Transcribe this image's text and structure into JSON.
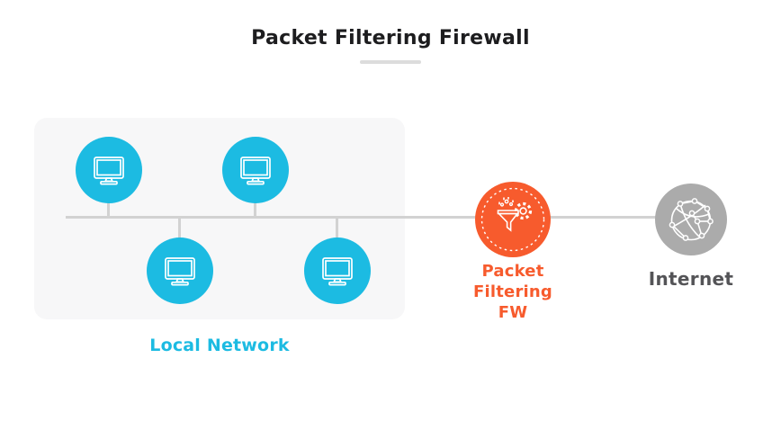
{
  "title": {
    "text": "Packet Filtering Firewall"
  },
  "colors": {
    "cyan": "#1CBBE2",
    "orange": "#F75B2D",
    "gray_node": "#ABABAB",
    "panel_bg": "#F7F7F8",
    "line": "#D2D2D2",
    "title_text": "#1D1D1F",
    "internet_text": "#545457",
    "underline": "#DCDCDC"
  },
  "local_network": {
    "label": "Local Network",
    "workstation_count": 4,
    "node_icon": "computer-monitor-icon"
  },
  "firewall": {
    "label_line1": "Packet",
    "label_line2": "Filtering",
    "label_line3": "FW",
    "icon": "funnel-gear-icon"
  },
  "internet": {
    "label": "Internet",
    "icon": "globe-network-icon"
  }
}
